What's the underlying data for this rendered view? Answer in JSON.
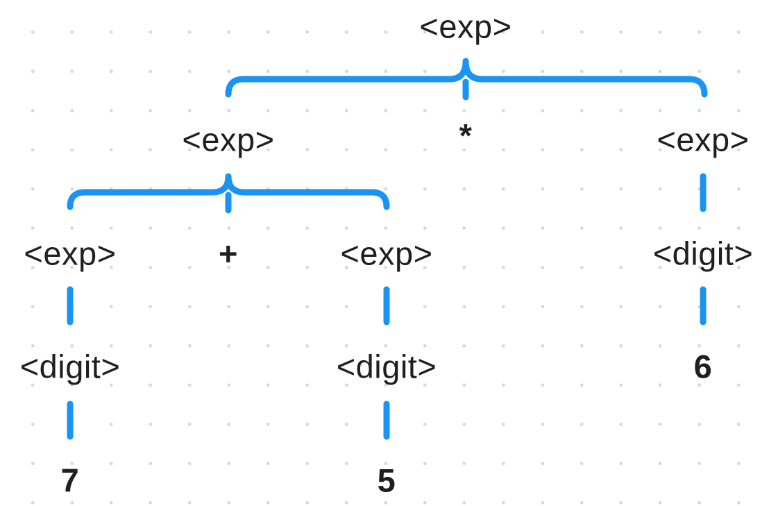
{
  "parse_tree": {
    "root": {
      "label": "<exp>"
    },
    "level1": {
      "left": {
        "label": "<exp>"
      },
      "operator": {
        "label": "*"
      },
      "right": {
        "label": "<exp>"
      }
    },
    "level2": {
      "left": {
        "label": "<exp>"
      },
      "operator": {
        "label": "+"
      },
      "middle": {
        "label": "<exp>"
      },
      "right": {
        "label": "<digit>"
      }
    },
    "level3": {
      "left": {
        "label": "<digit>"
      },
      "middle": {
        "label": "<digit>"
      },
      "right": {
        "label": "6"
      }
    },
    "level4": {
      "left": {
        "label": "7"
      },
      "middle": {
        "label": "5"
      }
    }
  },
  "colors": {
    "edge": "#1a94f2",
    "text": "#1f1f22",
    "grid_dot": "#d9d9dd"
  }
}
